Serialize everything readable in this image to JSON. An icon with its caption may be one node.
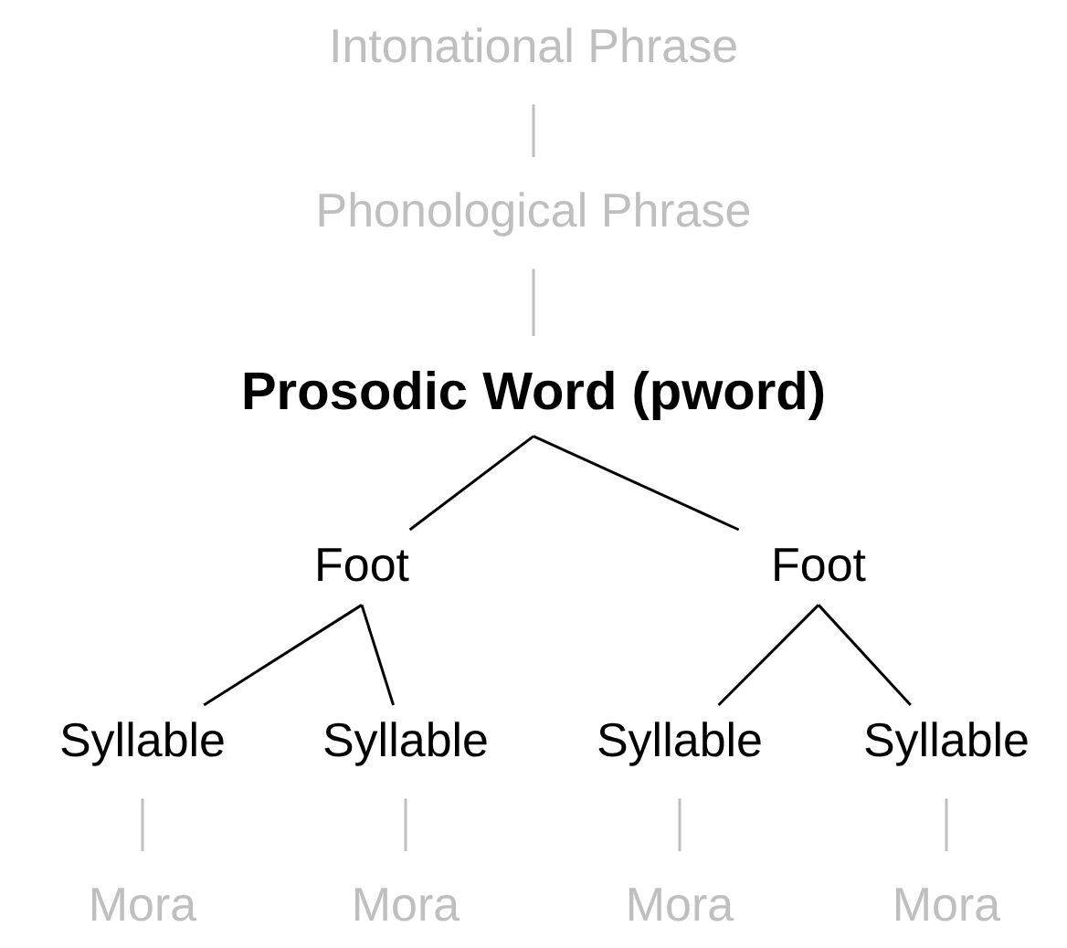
{
  "diagram": {
    "nodes": [
      {
        "text": [
          "Intonational Phrase"
        ]
      },
      {
        "text": [
          "Phonological Phrase"
        ]
      },
      {
        "text": [
          "Prosodic Word (pword)"
        ]
      },
      {
        "text": [
          "Foot"
        ]
      },
      {
        "text": [
          "Foot"
        ]
      },
      {
        "text": [
          "Syllable"
        ]
      },
      {
        "text": [
          "Syllable"
        ]
      },
      {
        "text": [
          "Syllable"
        ]
      },
      {
        "text": [
          "Syllable"
        ]
      },
      {
        "text": [
          "Mora"
        ]
      },
      {
        "text": [
          "Mora"
        ]
      },
      {
        "text": [
          "Mora"
        ]
      },
      {
        "text": [
          "Mora"
        ]
      }
    ],
    "edges": [
      {
        "from": 0,
        "to": 1,
        "arrow": "none",
        "color": "#bfbfbf"
      },
      {
        "from": 1,
        "to": 2,
        "arrow": "none",
        "color": "#bfbfbf"
      },
      {
        "from": 2,
        "to": 3,
        "arrow": "none",
        "color": "#000000"
      },
      {
        "from": 2,
        "to": 4,
        "arrow": "none",
        "color": "#000000"
      },
      {
        "from": 3,
        "to": 5,
        "arrow": "none",
        "color": "#000000"
      },
      {
        "from": 3,
        "to": 6,
        "arrow": "none",
        "color": "#000000"
      },
      {
        "from": 4,
        "to": 7,
        "arrow": "none",
        "color": "#000000"
      },
      {
        "from": 4,
        "to": 8,
        "arrow": "none",
        "color": "#000000"
      },
      {
        "from": 5,
        "to": 9,
        "arrow": "none",
        "color": "#bfbfbf"
      },
      {
        "from": 6,
        "to": 10,
        "arrow": "none",
        "color": "#bfbfbf"
      },
      {
        "from": 7,
        "to": 11,
        "arrow": "none",
        "color": "#bfbfbf"
      },
      {
        "from": 8,
        "to": 12,
        "arrow": "none",
        "color": "#bfbfbf"
      }
    ]
  }
}
